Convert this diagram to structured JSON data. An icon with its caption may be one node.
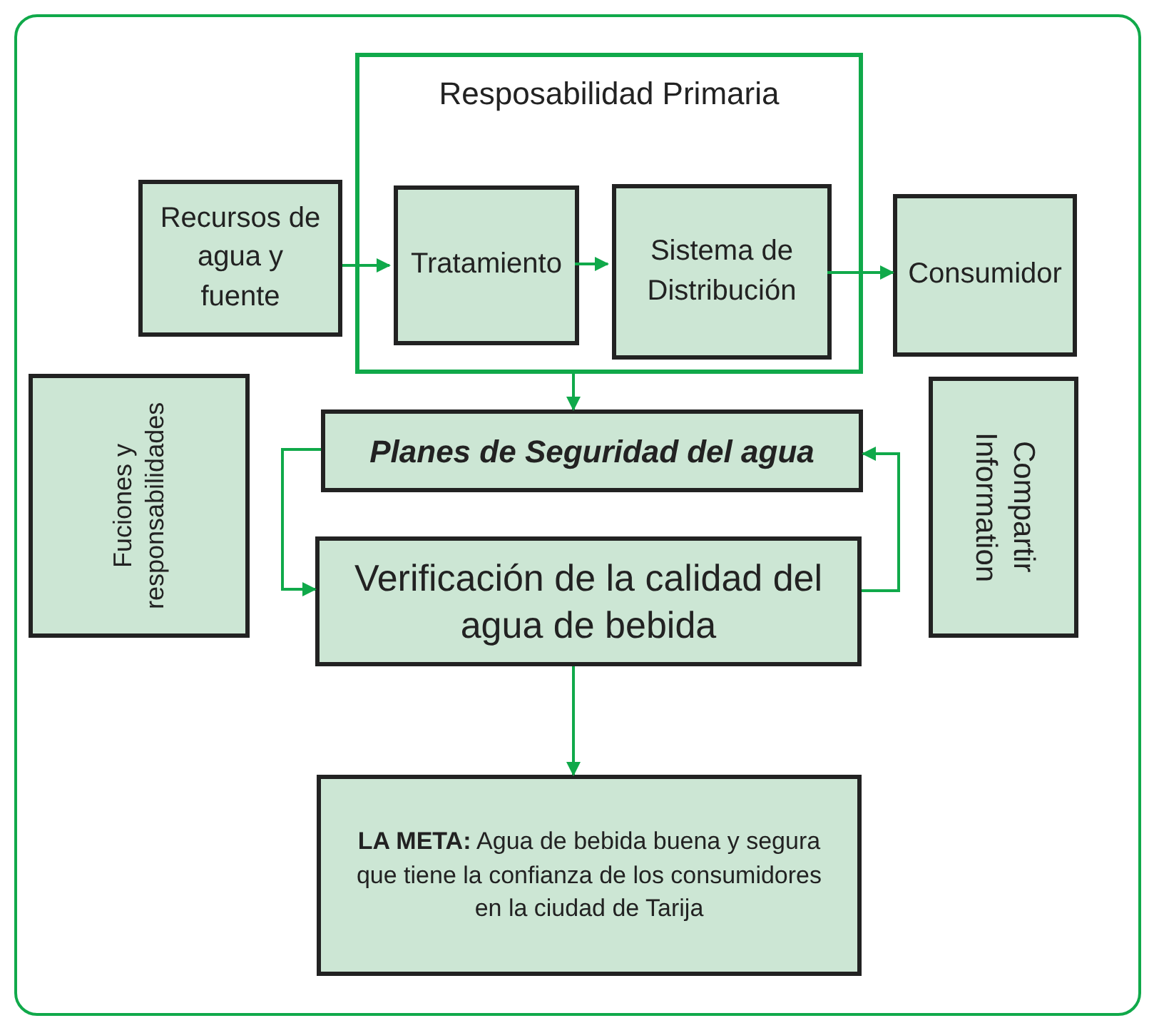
{
  "diagram": {
    "nodes": [
      {
        "text": [
          "Resposabilidad Primaria"
        ]
      },
      {
        "text": [
          "Recursos de agua y fuente"
        ]
      },
      {
        "text": [
          "Tratamiento"
        ],
        "in": 0
      },
      {
        "text": [
          "Sistema de Distribución"
        ],
        "in": 0
      },
      {
        "text": [
          "Consumidor"
        ]
      },
      {
        "text": [
          "Fuciones y responsabilidades"
        ]
      },
      {
        "text": [
          "Planes de Seguridad del agua"
        ]
      },
      {
        "text": [
          "Compartir Information"
        ]
      },
      {
        "text": [
          "Verificación de la calidad del agua de bebida"
        ]
      },
      {
        "text": [
          "**LA META:** Agua de bebida buena y segura que tiene la confianza de los consumidores en la ciudad de Tarija"
        ]
      }
    ],
    "edges": [
      {
        "from": 1,
        "to": 2,
        "arrow": "to"
      },
      {
        "from": 2,
        "to": 3,
        "arrow": "to"
      },
      {
        "from": 3,
        "to": 4,
        "arrow": "to"
      },
      {
        "from": 0,
        "to": 6,
        "arrow": "to"
      },
      {
        "from": 6,
        "to": 8,
        "arrow": "to"
      },
      {
        "from": 8,
        "to": 6,
        "arrow": "to"
      },
      {
        "from": 8,
        "to": 9,
        "arrow": "to"
      }
    ]
  }
}
